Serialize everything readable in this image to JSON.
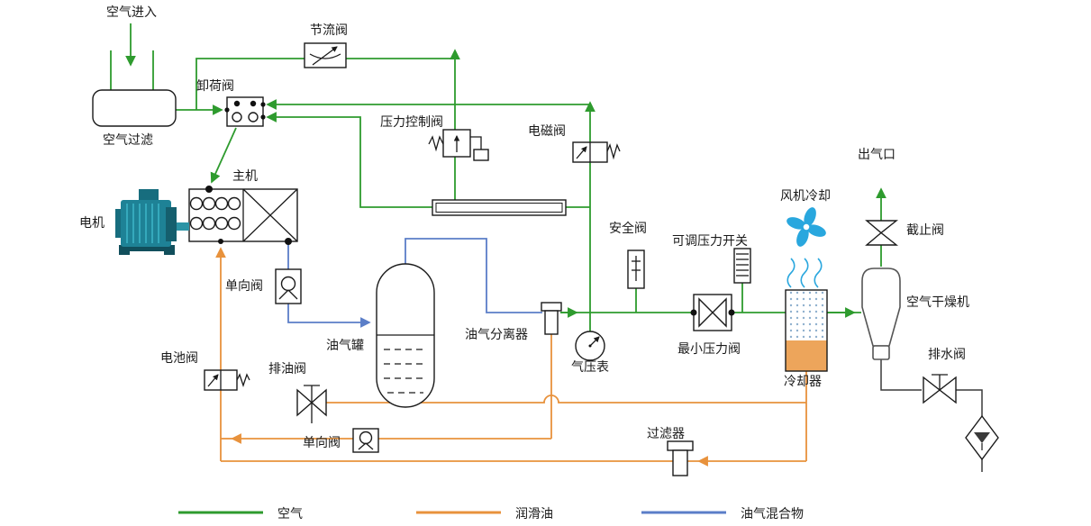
{
  "diagram": {
    "labels": {
      "air_inlet": "空气进入",
      "air_filter": "空气过滤",
      "throttle_valve": "节流阀",
      "unloading_valve": "卸荷阀",
      "pressure_control_valve": "压力控制阀",
      "solenoid_valve": "电磁阀",
      "main_unit": "主机",
      "motor": "电机",
      "check_valve_upper": "单向阀",
      "oil_gas_tank": "油气罐",
      "oil_drain_valve": "排油阀",
      "oil_gas_separator": "油气分离器",
      "pressure_gauge": "气压表",
      "safety_valve": "安全阀",
      "adjustable_pressure_switch": "可调压力开关",
      "min_pressure_valve": "最小压力阀",
      "fan_cooling": "风机冷却",
      "cooler": "冷却器",
      "air_outlet": "出气口",
      "stop_valve": "截止阀",
      "air_dryer": "空气干燥机",
      "drain_valve": "排水阀",
      "battery_valve": "电池阀",
      "check_valve_lower": "单向阀",
      "filter": "过滤器"
    }
  },
  "legend": {
    "items": [
      {
        "label": "空气",
        "color": "#2E9B2E"
      },
      {
        "label": "润滑油",
        "color": "#E8923C"
      },
      {
        "label": "油气混合物",
        "color": "#5B7EC8"
      }
    ]
  },
  "colors": {
    "air_line": "#2E9B2E",
    "oil_line": "#E8923C",
    "mixture_line": "#5B7EC8",
    "fan_blue": "#29A7DE",
    "cooler_oil_fill": "#EDA55B",
    "motor_teal": "#1E8296",
    "symbol_stroke": "#1a1a1a"
  }
}
